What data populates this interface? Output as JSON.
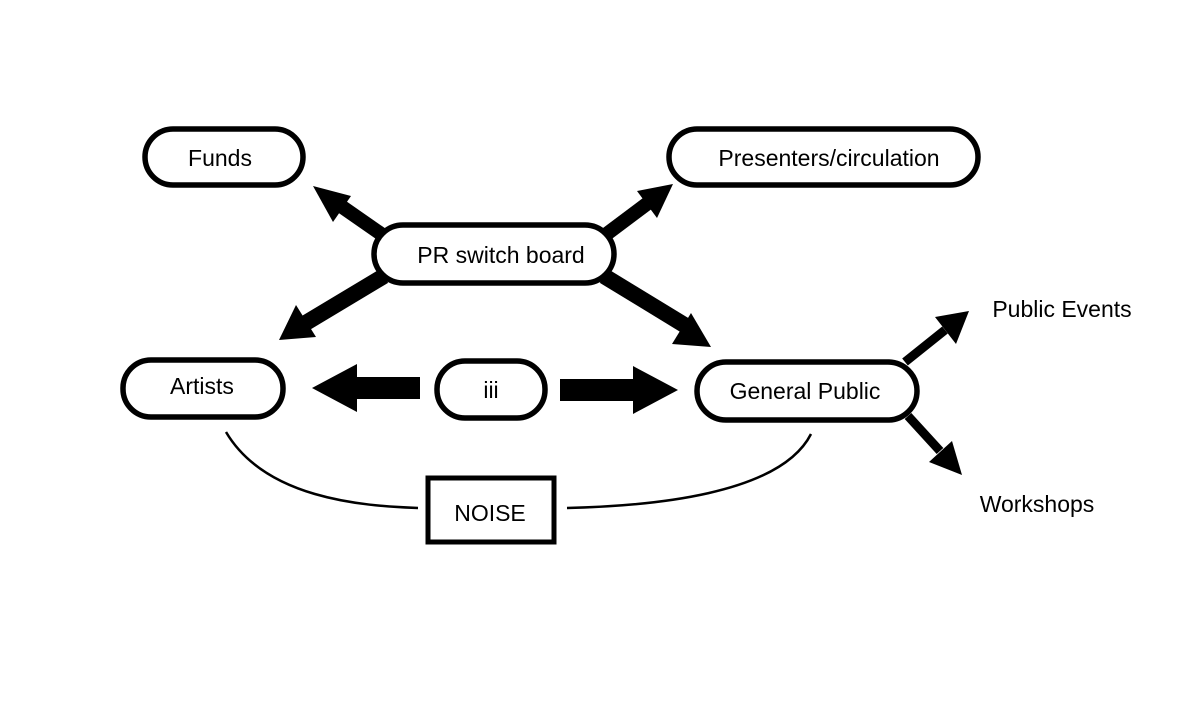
{
  "diagram": {
    "nodes": {
      "funds": "Funds",
      "presenters": "Presenters/circulation",
      "pr_switch_board": "PR switch board",
      "artists": "Artists",
      "iii": "iii",
      "general_public": "General Public",
      "public_events": "Public Events",
      "workshops": "Workshops",
      "noise": "NOISE"
    },
    "colors": {
      "stroke": "#000000",
      "fill": "#ffffff"
    }
  }
}
